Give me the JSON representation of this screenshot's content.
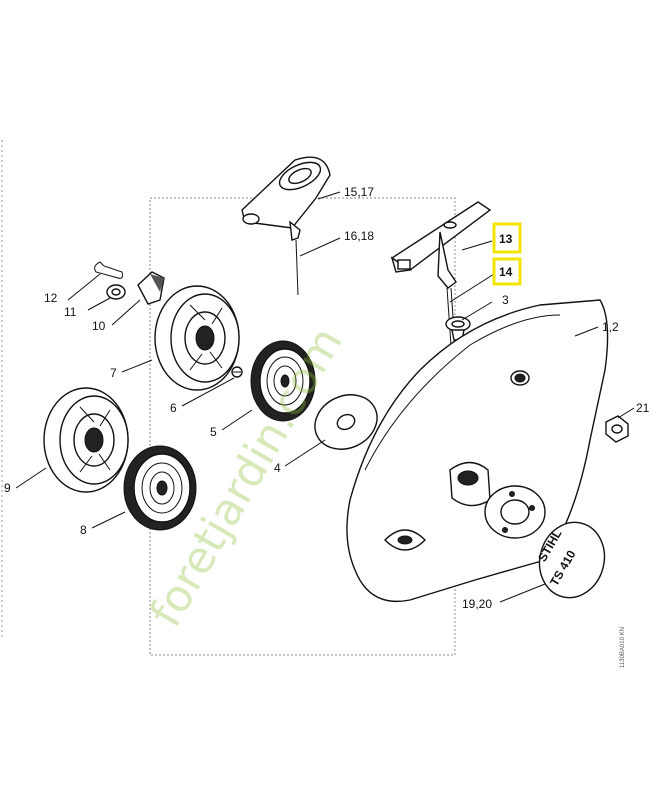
{
  "labels": {
    "l_15_17": "15,17",
    "l_16_18": "16,18",
    "l_13": "13",
    "l_14": "14",
    "l_3": "3",
    "l_1_2": "1,2",
    "l_12": "12",
    "l_11": "11",
    "l_10": "10",
    "l_7": "7",
    "l_6": "6",
    "l_5": "5",
    "l_4": "4",
    "l_9": "9",
    "l_8": "8",
    "l_21": "21",
    "l_19_20": "19,20"
  },
  "badge": {
    "brand": "STIHL",
    "model": "TS 410"
  },
  "watermark": "foretjardin.com",
  "side_code": "1130BA010 KN",
  "highlight_color": "#f2e600"
}
